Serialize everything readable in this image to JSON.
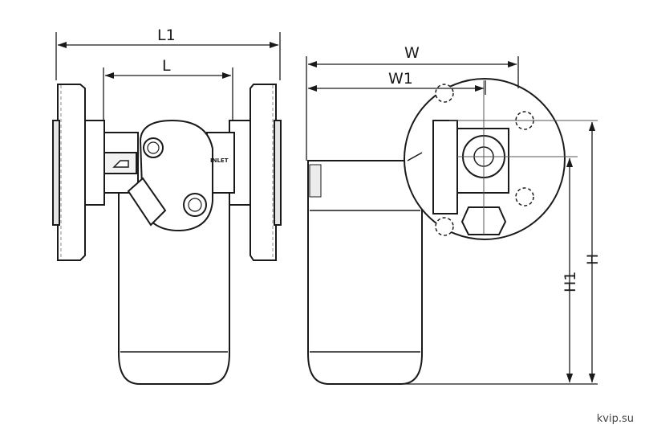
{
  "dimensions": {
    "l1": "L1",
    "l": "L",
    "w": "W",
    "w1": "W1",
    "h": "H",
    "h1": "H1"
  },
  "body_marking": "INLET",
  "watermark": "kvip.su",
  "colors": {
    "line": "#1a1a1a",
    "body_fill": "#ffffff",
    "shade": "#d9d9d9"
  }
}
